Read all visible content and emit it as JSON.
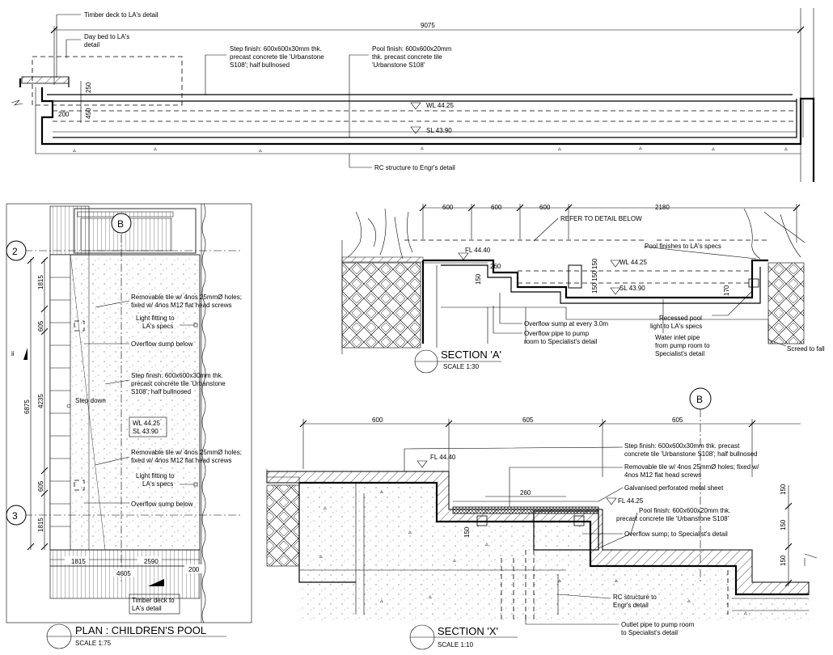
{
  "top_section": {
    "labels": {
      "timber_deck": "Timber deck to LA's detail",
      "day_bed_1": "Day bed to LA's",
      "day_bed_2": "detail",
      "step_finish_1": "Step finish: 600x600x30mm thk.",
      "step_finish_2": "precast concrete tile 'Urbanstone",
      "step_finish_3": "S108'; half bullnosed",
      "pool_finish_1": "Pool finish: 600x600x20mm",
      "pool_finish_2": "thk. precast concrete tile",
      "pool_finish_3": "'Urbanstone S108'",
      "rc_structure": "RC structure to Engr's detail"
    },
    "dims": {
      "overall": "9075",
      "d250": "250",
      "d450": "450",
      "d200": "200"
    },
    "levels": {
      "wl": "WL 44.25",
      "sl": "SL 43.90"
    }
  },
  "plan": {
    "title": "PLAN : CHILDREN'S POOL",
    "scale": "SCALE 1:75",
    "grid_b": "B",
    "grid_2": "2",
    "grid_3": "3",
    "section_mark": "ii",
    "labels": {
      "removable_1": "Removable tile w/ 4nos 25mmØ holes;",
      "removable_2": "fixed w/ 4nos M12 flat head screws",
      "light_1": "Light fitting to",
      "light_2": "LA's specs",
      "overflow_sump": "Overflow sump below",
      "step_finish_1": "Step finish: 600x600x30mm thk.",
      "step_finish_2": "precast concrete tile 'Urbanstone",
      "step_finish_3": "S108'; half bullnosed",
      "step_down": "Step down",
      "wl": "WL 44.25",
      "sl": "SL 43.90",
      "removable_b1": "Removable tile w/ 4nos 25mmØ holes;",
      "removable_b2": "fixed w/ 4nos M12 flat head screws",
      "light_b1": "Light fitting to",
      "light_b2": "LA's specs",
      "overflow_sump_b": "Overflow sump below",
      "timber_1": "Timber deck to",
      "timber_2": "LA's detail"
    },
    "dims": {
      "v1815a": "1815",
      "v605a": "605",
      "v4235": "4235",
      "v605b": "605",
      "v1815b": "1815",
      "v6875": "6875",
      "h1815": "1815",
      "h2590": "2590",
      "h200": "200",
      "h4605": "4605"
    }
  },
  "section_a": {
    "title": "SECTION 'A'",
    "scale": "SCALE 1:30",
    "labels": {
      "refer": "REFER TO DETAIL BELOW",
      "fl": "FL 44.40",
      "wl": "WL 44.25",
      "sl": "SL 43.90",
      "pool_finishes": "Pool finishes to LA's specs",
      "overflow_every_1": "Overflow sump at every 3.0m",
      "overflow_pipe_1": "Overflow pipe to pump",
      "overflow_pipe_2": "room to Specialist's detail",
      "recessed_1": "Recessed pool",
      "recessed_2": "light to LA's specs",
      "water_1": "Water inlet pipe",
      "water_2": "from pump room to",
      "water_3": "Specialist's detail",
      "screed": "Screed to fall"
    },
    "dims": {
      "d600a": "600",
      "d600b": "600",
      "d600c": "600",
      "d2180": "2180",
      "d260": "260",
      "d150a": "150",
      "d150b": "150",
      "d150c": "150",
      "d150d": "150",
      "d170": "170"
    }
  },
  "section_x": {
    "title": "SECTION 'X'",
    "scale": "SCALE 1:10",
    "grid_b": "B",
    "labels": {
      "fl": "FL 44.40",
      "fl2": "FL 44.25",
      "step_1": "Step finish: 600x600x30mm thk. precast",
      "step_2": "concrete tile 'Urbanstone S108'; half bullnosed",
      "removable_1": "Removable tile w/ 4nos 25mmØ holes; fixed w/",
      "removable_2": "4nos M12 flat head screws",
      "galv": "Galvanised perforated metal sheet",
      "pool_1": "Pool finish: 600x600x20mm thk.",
      "pool_2": "precast concrete tile 'Urbanstone S108'",
      "overflow": "Overflow sump; to Specialist's detail",
      "rc_1": "RC structure to",
      "rc_2": "Engr's detail",
      "outlet_1": "Outlet pipe to pump room",
      "outlet_2": "to Specialist's detail"
    },
    "dims": {
      "d600": "600",
      "d605a": "605",
      "d605b": "605",
      "d260": "260",
      "d150a": "150",
      "d150b": "150",
      "d150c": "150",
      "d150d": "150"
    }
  }
}
